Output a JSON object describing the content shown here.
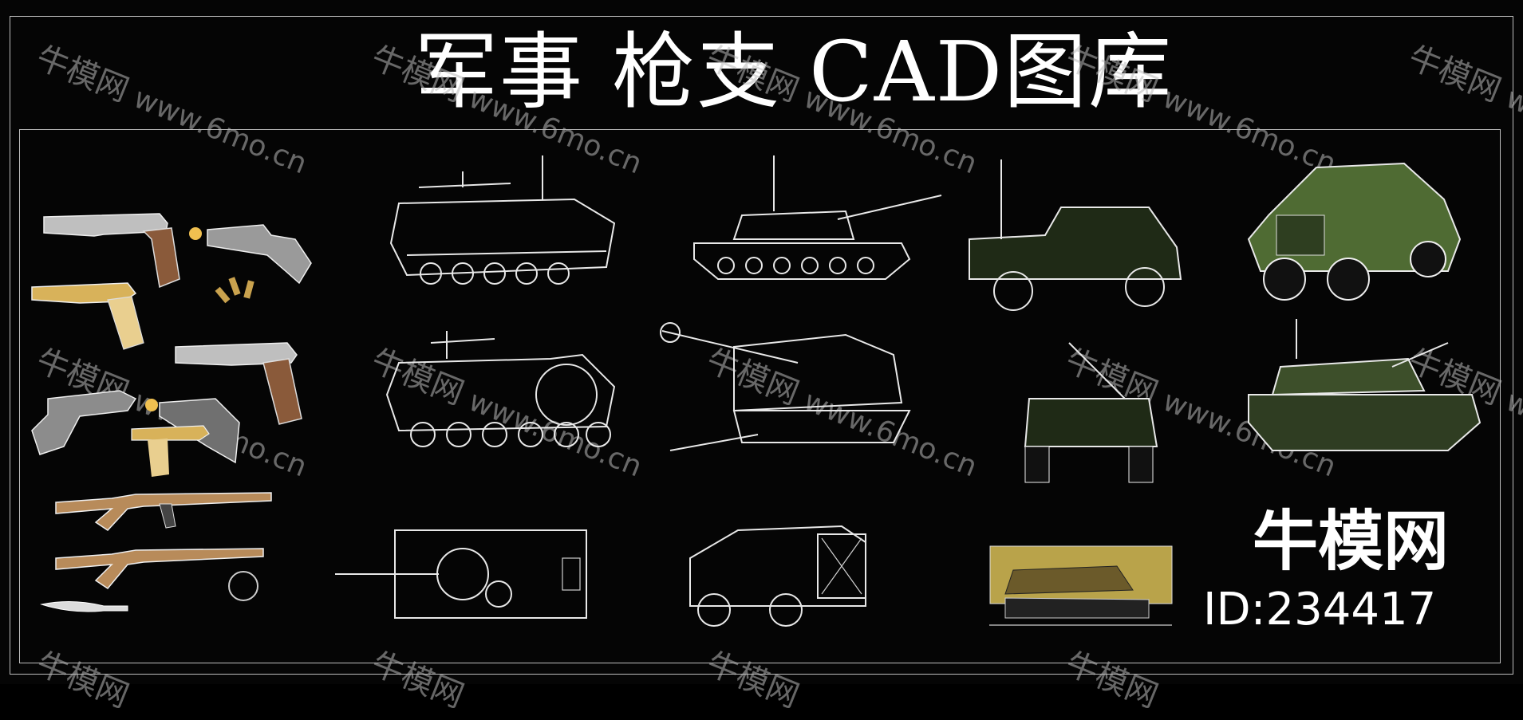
{
  "title": "军事 枪支 CAD图库",
  "watermark": {
    "cn": "牛模网",
    "url": "www.6mo.cn"
  },
  "brand": {
    "name": "牛模网",
    "id": "ID:234417"
  },
  "colors": {
    "background": "#050505",
    "line": "#e8e8e8",
    "frame": "#bdbdbd",
    "gold": "#d8b25a",
    "wood": "#8a5a3a",
    "camo": "#4f6b33"
  }
}
